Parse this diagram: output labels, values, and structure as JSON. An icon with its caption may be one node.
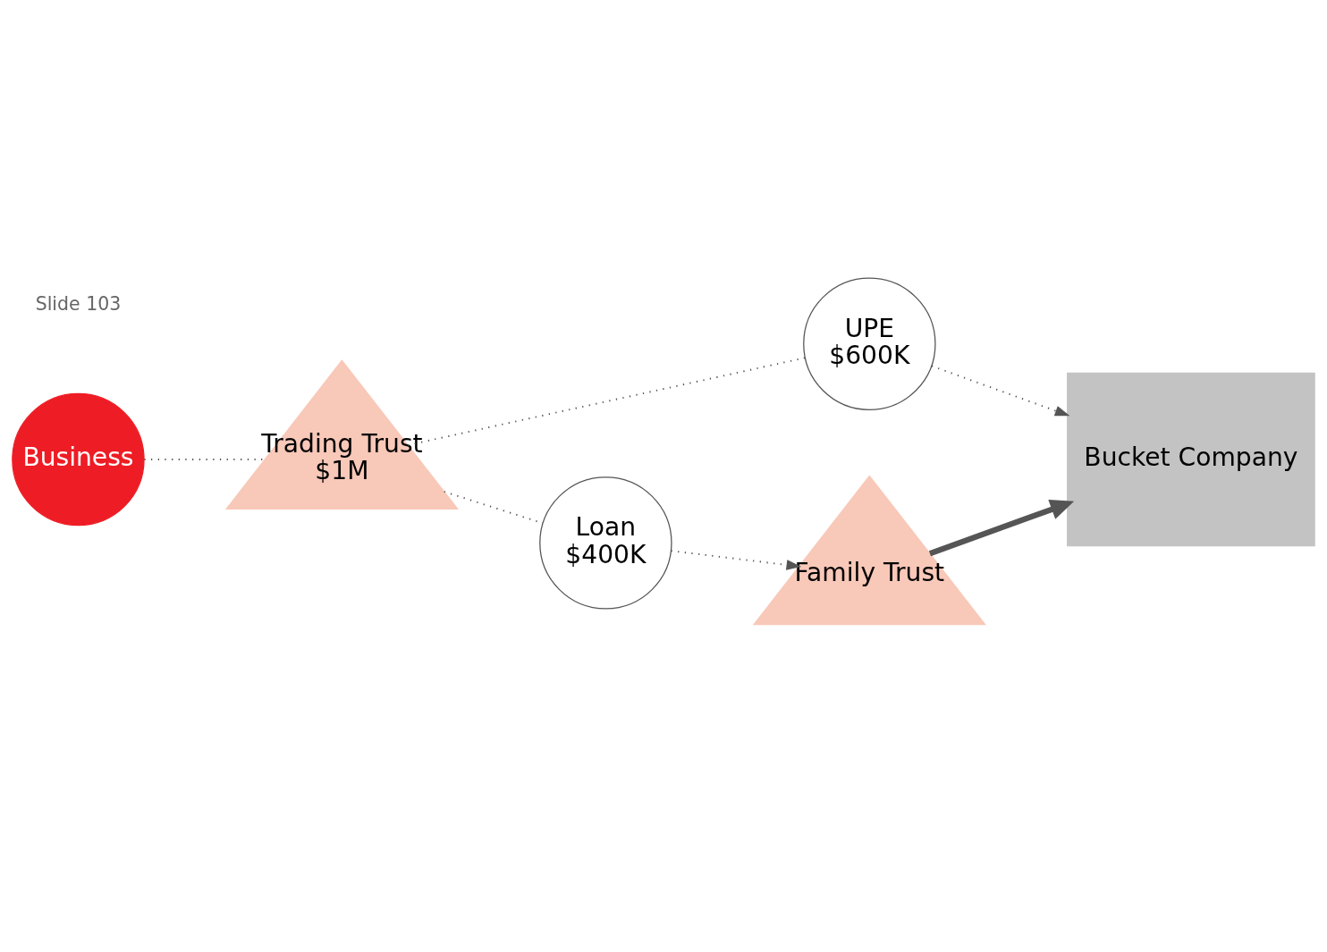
{
  "diagram": {
    "nodes": [
      {
        "text": [
          "Business"
        ]
      },
      {
        "text": [
          "Trading Trust",
          "$1M"
        ]
      },
      {
        "text": [
          "UPE",
          "$600K"
        ]
      },
      {
        "text": [
          "Bucket Company"
        ]
      },
      {
        "text": [
          "Loan",
          "$400K"
        ]
      },
      {
        "text": [
          "Family Trust"
        ]
      }
    ],
    "edges": [
      {
        "from": 0,
        "to": 1,
        "arrow": "none",
        "style": "dashed"
      },
      {
        "from": 1,
        "to": 2,
        "arrow": "none",
        "style": "dashed"
      },
      {
        "from": 2,
        "to": 3,
        "arrow": "to",
        "style": "dashed"
      },
      {
        "from": 1,
        "to": 4,
        "arrow": "none",
        "style": "dashed"
      },
      {
        "from": 4,
        "to": 5,
        "arrow": "to",
        "style": "dashed"
      },
      {
        "from": 5,
        "to": 3,
        "arrow": "to",
        "style": "thick"
      }
    ],
    "labels": [
      "Slide 103"
    ]
  }
}
